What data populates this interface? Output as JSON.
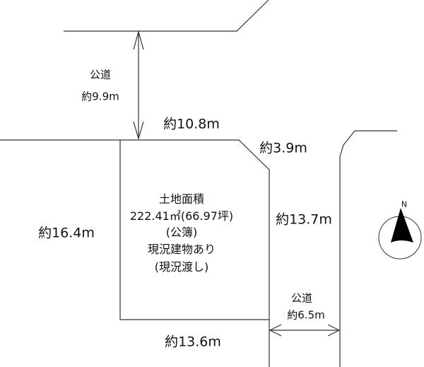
{
  "road_north": {
    "label": "公道",
    "width": "約9.9m"
  },
  "road_east": {
    "label": "公道",
    "width": "約6.5m"
  },
  "dimensions": {
    "north": "約10.8m",
    "corner_cut": "約3.9m",
    "east": "約13.7m",
    "west": "約16.4m",
    "south": "約13.6m"
  },
  "lot_info": {
    "title": "土地面積",
    "area": "222.41㎡(66.97坪)",
    "source": "(公簿)",
    "building": "現況建物あり",
    "delivery": "(現況渡し)"
  },
  "compass": {
    "label": "N"
  }
}
